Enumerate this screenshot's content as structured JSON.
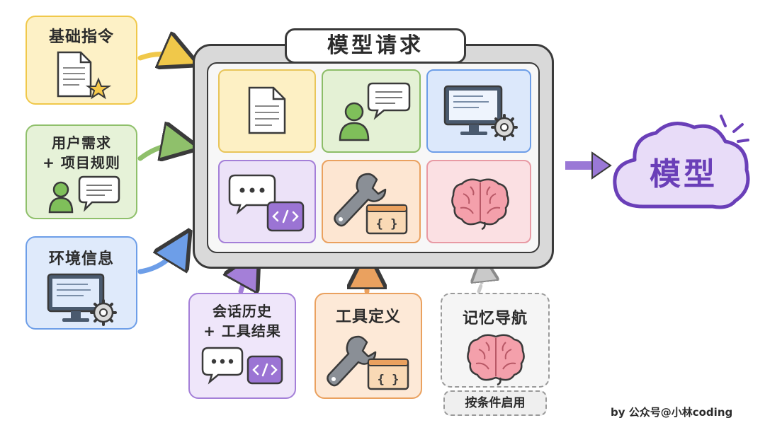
{
  "diagram": {
    "title": "模型请求",
    "target": "模型",
    "sources": {
      "instructions": {
        "title": "基础指令"
      },
      "user": {
        "title_line1": "用户需求",
        "title_line2": "+ 项目规则"
      },
      "environment": {
        "title": "环境信息"
      },
      "history": {
        "title_line1": "会话历史",
        "title_line2": "+ 工具结果"
      },
      "tools": {
        "title": "工具定义"
      },
      "memory": {
        "title": "记忆导航",
        "condition": "按条件启用"
      }
    },
    "credit": "by 公众号@小林coding"
  },
  "colors": {
    "yellow": "#f0c84a",
    "green": "#8fc06b",
    "blue": "#6d9ee8",
    "purple": "#a47fd8",
    "orange": "#eaa15f",
    "pink": "#e89aa4",
    "model": "#6a3fb8"
  }
}
